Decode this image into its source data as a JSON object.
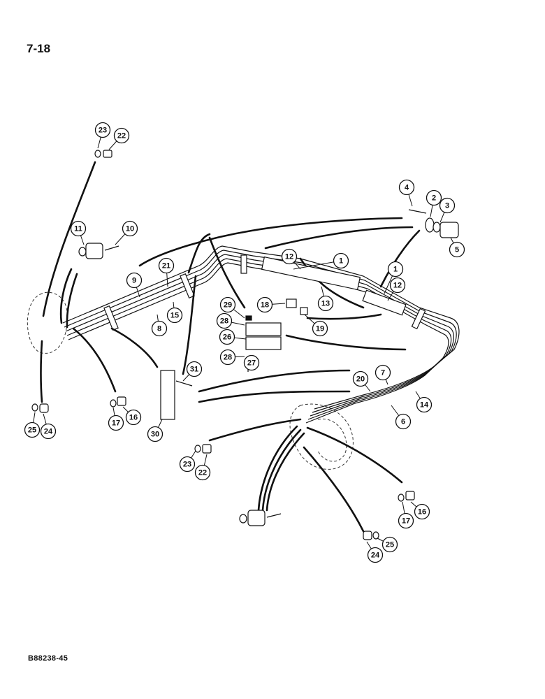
{
  "page_number": "7-18",
  "drawing_code": "B88238-45",
  "callouts": [
    "23",
    "22",
    "11",
    "10",
    "21",
    "9",
    "29",
    "28",
    "26",
    "28",
    "27",
    "18",
    "19",
    "8",
    "15",
    "31",
    "30",
    "17",
    "16",
    "25",
    "24",
    "4",
    "2",
    "3",
    "5",
    "12",
    "1",
    "1",
    "12",
    "13",
    "20",
    "7",
    "6",
    "14",
    "23",
    "22",
    "17",
    "16",
    "24",
    "25"
  ]
}
